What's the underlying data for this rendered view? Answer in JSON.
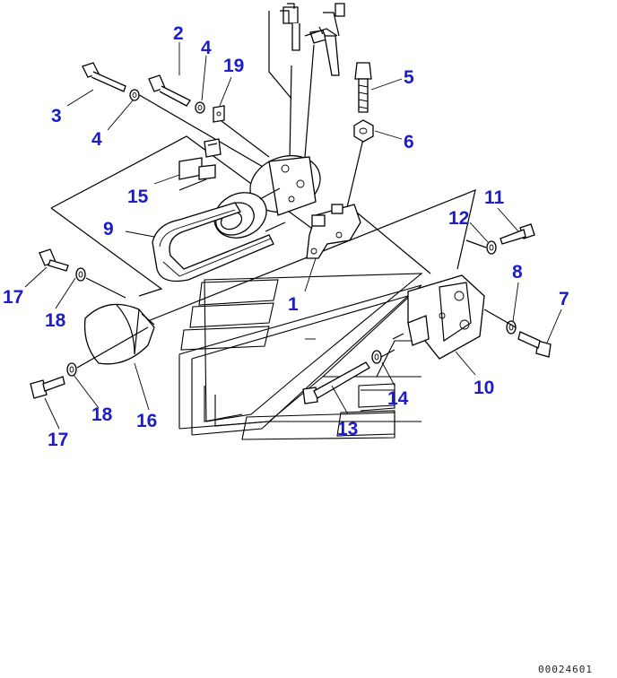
{
  "diagram": {
    "callouts": {
      "c1": "1",
      "c2": "2",
      "c3": "3",
      "c4a": "4",
      "c4b": "4",
      "c5": "5",
      "c6": "6",
      "c7": "7",
      "c8": "8",
      "c9": "9",
      "c10": "10",
      "c11": "11",
      "c12": "12",
      "c13": "13",
      "c14": "14",
      "c15": "15",
      "c16": "16",
      "c17a": "17",
      "c17b": "17",
      "c18a": "18",
      "c18b": "18",
      "c19": "19"
    },
    "drawing_number": "00024601",
    "callout_color": "#1c1cc8"
  }
}
